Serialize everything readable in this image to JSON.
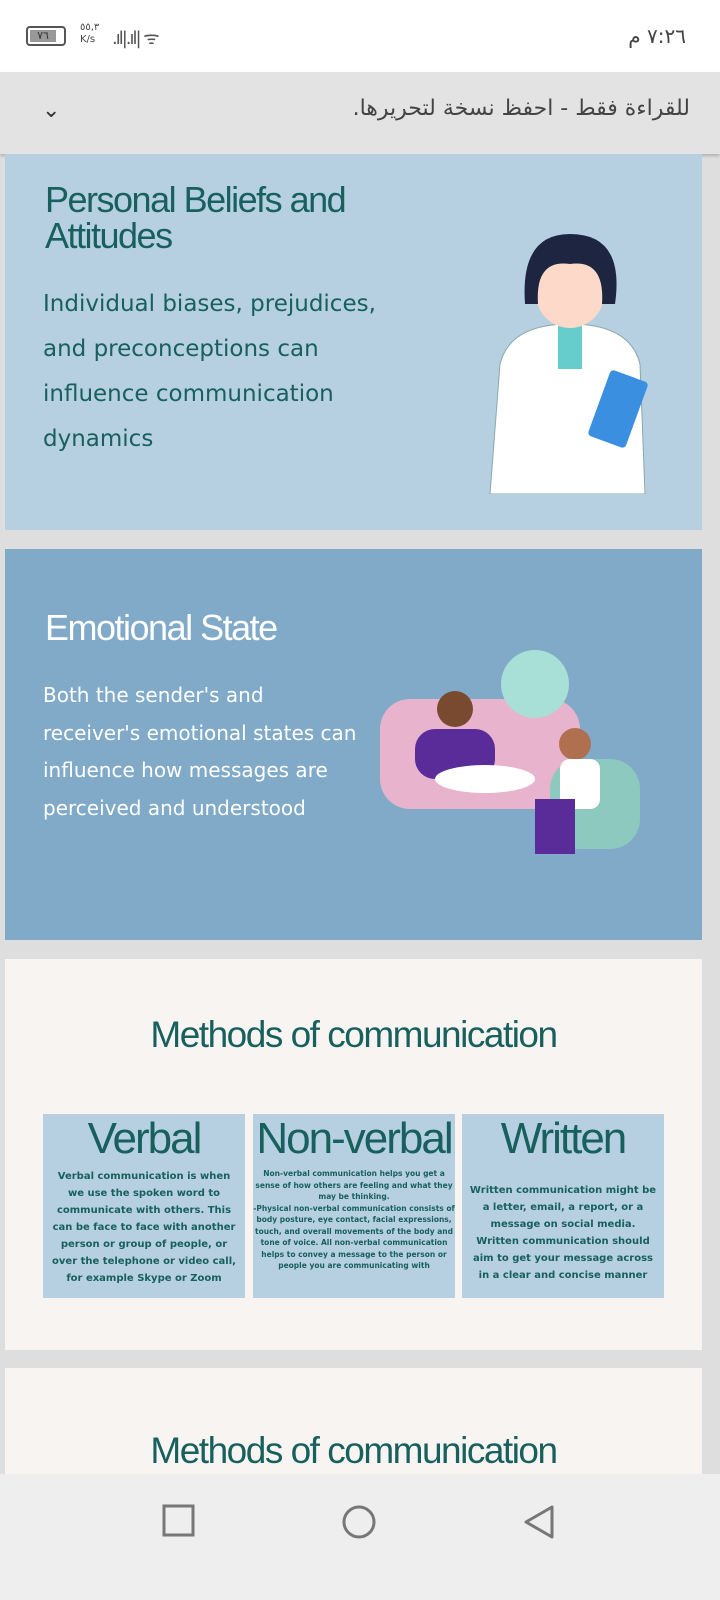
{
  "status_bar": {
    "battery": "٧٦",
    "net_speed": "٥٥,٣",
    "net_unit": "K/s",
    "time": "٧:٢٦ م"
  },
  "banner": {
    "text": "للقراءة فقط - احفظ نسخة لتحريرها."
  },
  "slides": [
    {
      "title": "Personal Beliefs and Attitudes",
      "body": "Individual biases, prejudices, and preconceptions can influence communication dynamics"
    },
    {
      "title": "Emotional State",
      "body": "Both the sender's and receiver's emotional states can influence how messages are perceived and understood"
    },
    {
      "title": "Methods of communication",
      "cards": [
        {
          "title": "Verbal",
          "body": "Verbal communication is when we use the spoken word to communicate with others. This can be face to face with another person or group of people, or over the telephone or video call, for example Skype or Zoom"
        },
        {
          "title": "Non-verbal",
          "body": "Non-verbal communication helps you get a sense of how others are feeling and what they may be thinking.",
          "body2": "-Physical non-verbal communication consists of body posture, eye contact, facial expressions, touch, and overall movements of the body and tone of voice. All non-verbal communication helps to convey a message to the person or people you are communicating with"
        },
        {
          "title": "Written",
          "body": "Written communication might be a letter, email, a report, or a message on social media. Written communication should aim to get your message across in a clear and concise manner"
        }
      ]
    },
    {
      "title": "Methods of communication"
    }
  ]
}
